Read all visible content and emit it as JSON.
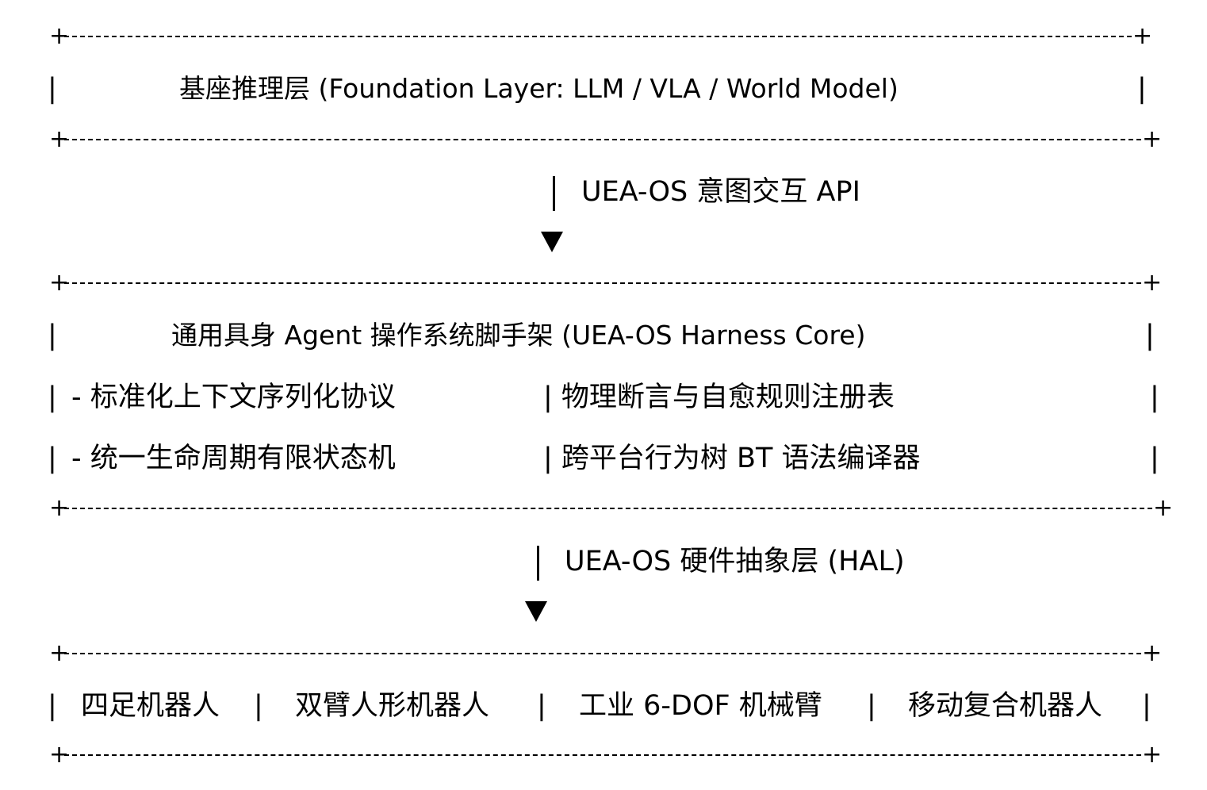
{
  "foundation": {
    "left_pipe": "|",
    "title": "基座推理层 (Foundation Layer: LLM / VLA / World Model)",
    "right_pipe": "|"
  },
  "connector1": {
    "label": "UEA-OS 意图交互 API"
  },
  "core": {
    "left_pipe": "|",
    "title": "通用具身 Agent 操作系统脚手架 (UEA-OS Harness Core)",
    "right_pipe": "|",
    "rows": [
      {
        "left_pipe": "|",
        "left": "- 标准化上下文序列化协议",
        "right": "| 物理断言与自愈规则注册表",
        "right_pipe": "|"
      },
      {
        "left_pipe": "|",
        "left": "- 统一生命周期有限状态机",
        "right": "| 跨平台行为树 BT 语法编译器",
        "right_pipe": "|"
      }
    ]
  },
  "connector2": {
    "label": "UEA-OS 硬件抽象层 (HAL)"
  },
  "hardware": {
    "pipe": "|",
    "items": [
      "四足机器人",
      "双臂人形机器人",
      "工业 6-DOF 机械臂",
      "移动复合机器人"
    ]
  },
  "glyphs": {
    "plus": "+",
    "arrow": "▼"
  }
}
